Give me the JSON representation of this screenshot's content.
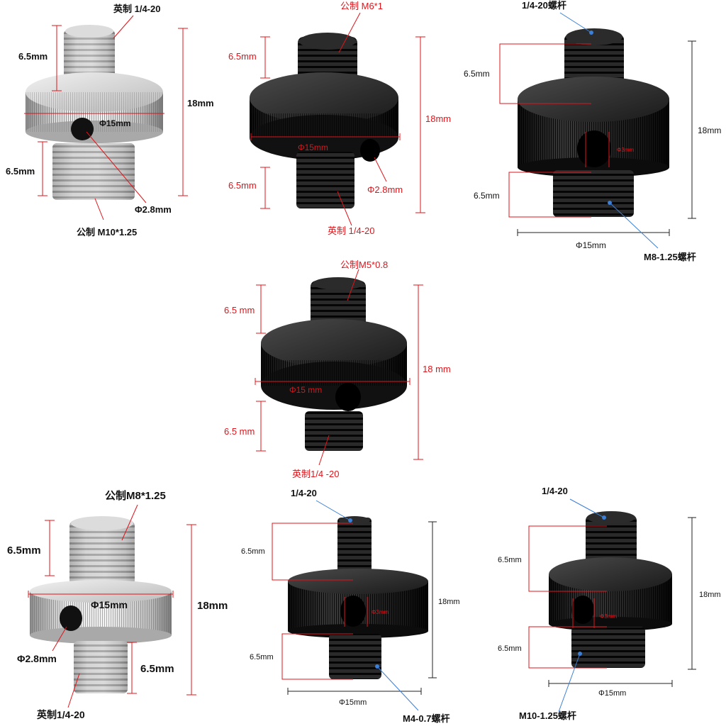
{
  "colors": {
    "dimension_red": "#e0141a",
    "leader_blue": "#3b7fd6",
    "text_black": "#111111",
    "steel": "#cfcfcf",
    "black_anodized": "#1b1b1b"
  },
  "panels": [
    {
      "material": "stainless",
      "labels": {
        "top_thread": "英制 1/4-20",
        "top_len": "6.5mm",
        "height": "18mm",
        "diameter": "Φ15mm",
        "bottom_len": "6.5mm",
        "hole": "Φ2.8mm",
        "bottom_thread": "公制 M10*1.25"
      }
    },
    {
      "material": "black",
      "labels": {
        "top_thread": "公制 M6*1",
        "top_len": "6.5mm",
        "height": "18mm",
        "diameter": "Φ15mm",
        "bottom_len": "6.5mm",
        "hole": "Φ2.8mm",
        "bottom_thread": "英制 1/4-20"
      }
    },
    {
      "material": "black",
      "labels": {
        "top_thread": "1/4-20螺杆",
        "top_len": "6.5mm",
        "height": "18mm",
        "hole": "Φ3mm",
        "bottom_len": "6.5mm",
        "diameter": "Φ15mm",
        "bottom_thread": "M8-1.25螺杆"
      }
    },
    {
      "material": "black",
      "labels": {
        "top_thread": "公制M5*0.8",
        "top_len": "6.5 mm",
        "height": "18 mm",
        "diameter": "Φ15 mm",
        "bottom_len": "6.5 mm",
        "bottom_thread": "英制1/4 -20"
      }
    },
    {
      "material": "stainless",
      "labels": {
        "top_thread": "公制M8*1.25",
        "top_len": "6.5mm",
        "height": "18mm",
        "diameter": "Φ15mm",
        "hole": "Φ2.8mm",
        "bottom_len": "6.5mm",
        "bottom_thread": "英制1/4-20"
      }
    },
    {
      "material": "black",
      "labels": {
        "top_thread": "1/4-20",
        "top_len": "6.5mm",
        "height": "18mm",
        "hole": "Φ3mm",
        "bottom_len": "6.5mm",
        "diameter": "Φ15mm",
        "bottom_thread": "M4-0.7螺杆"
      }
    },
    {
      "material": "black",
      "labels": {
        "top_thread": "1/4-20",
        "top_len": "6.5mm",
        "height": "18mm",
        "hole": "Φ3mm",
        "bottom_len": "6.5mm",
        "diameter": "Φ15mm",
        "bottom_thread": "M10-1.25螺杆"
      }
    }
  ]
}
